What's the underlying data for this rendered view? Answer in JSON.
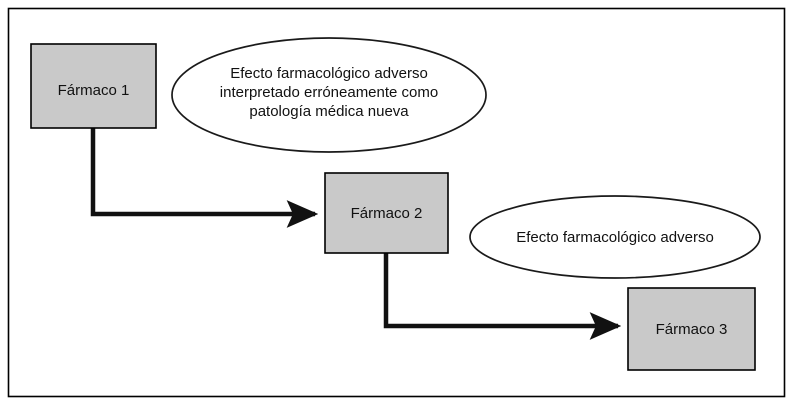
{
  "figure": {
    "type": "flow-diagram",
    "description": "Prescribing cascade diagram",
    "frame": {
      "border_color": "#000000",
      "background_color": "#ffffff"
    },
    "colors": {
      "box_fill": "#c9c9c9",
      "box_stroke": "#000000",
      "ellipse_fill": "#ffffff",
      "ellipse_stroke": "#000000",
      "arrow_color": "#111111",
      "text_color": "#111111"
    },
    "boxes": [
      {
        "id": "drug1",
        "label": "Fármaco 1"
      },
      {
        "id": "drug2",
        "label": "Fármaco 2"
      },
      {
        "id": "drug3",
        "label": "Fármaco 3"
      }
    ],
    "bubbles": [
      {
        "id": "bubble1",
        "lines": [
          "Efecto farmacológico adverso",
          "interpretado erróneamente como",
          "patología médica nueva"
        ]
      },
      {
        "id": "bubble2",
        "lines": [
          "Efecto farmacológico adverso"
        ]
      }
    ],
    "connectors": [
      {
        "id": "arrow-drug1-to-drug2",
        "from": "drug1",
        "to": "drug2"
      },
      {
        "id": "arrow-drug2-to-drug3",
        "from": "drug2",
        "to": "drug3"
      }
    ]
  }
}
